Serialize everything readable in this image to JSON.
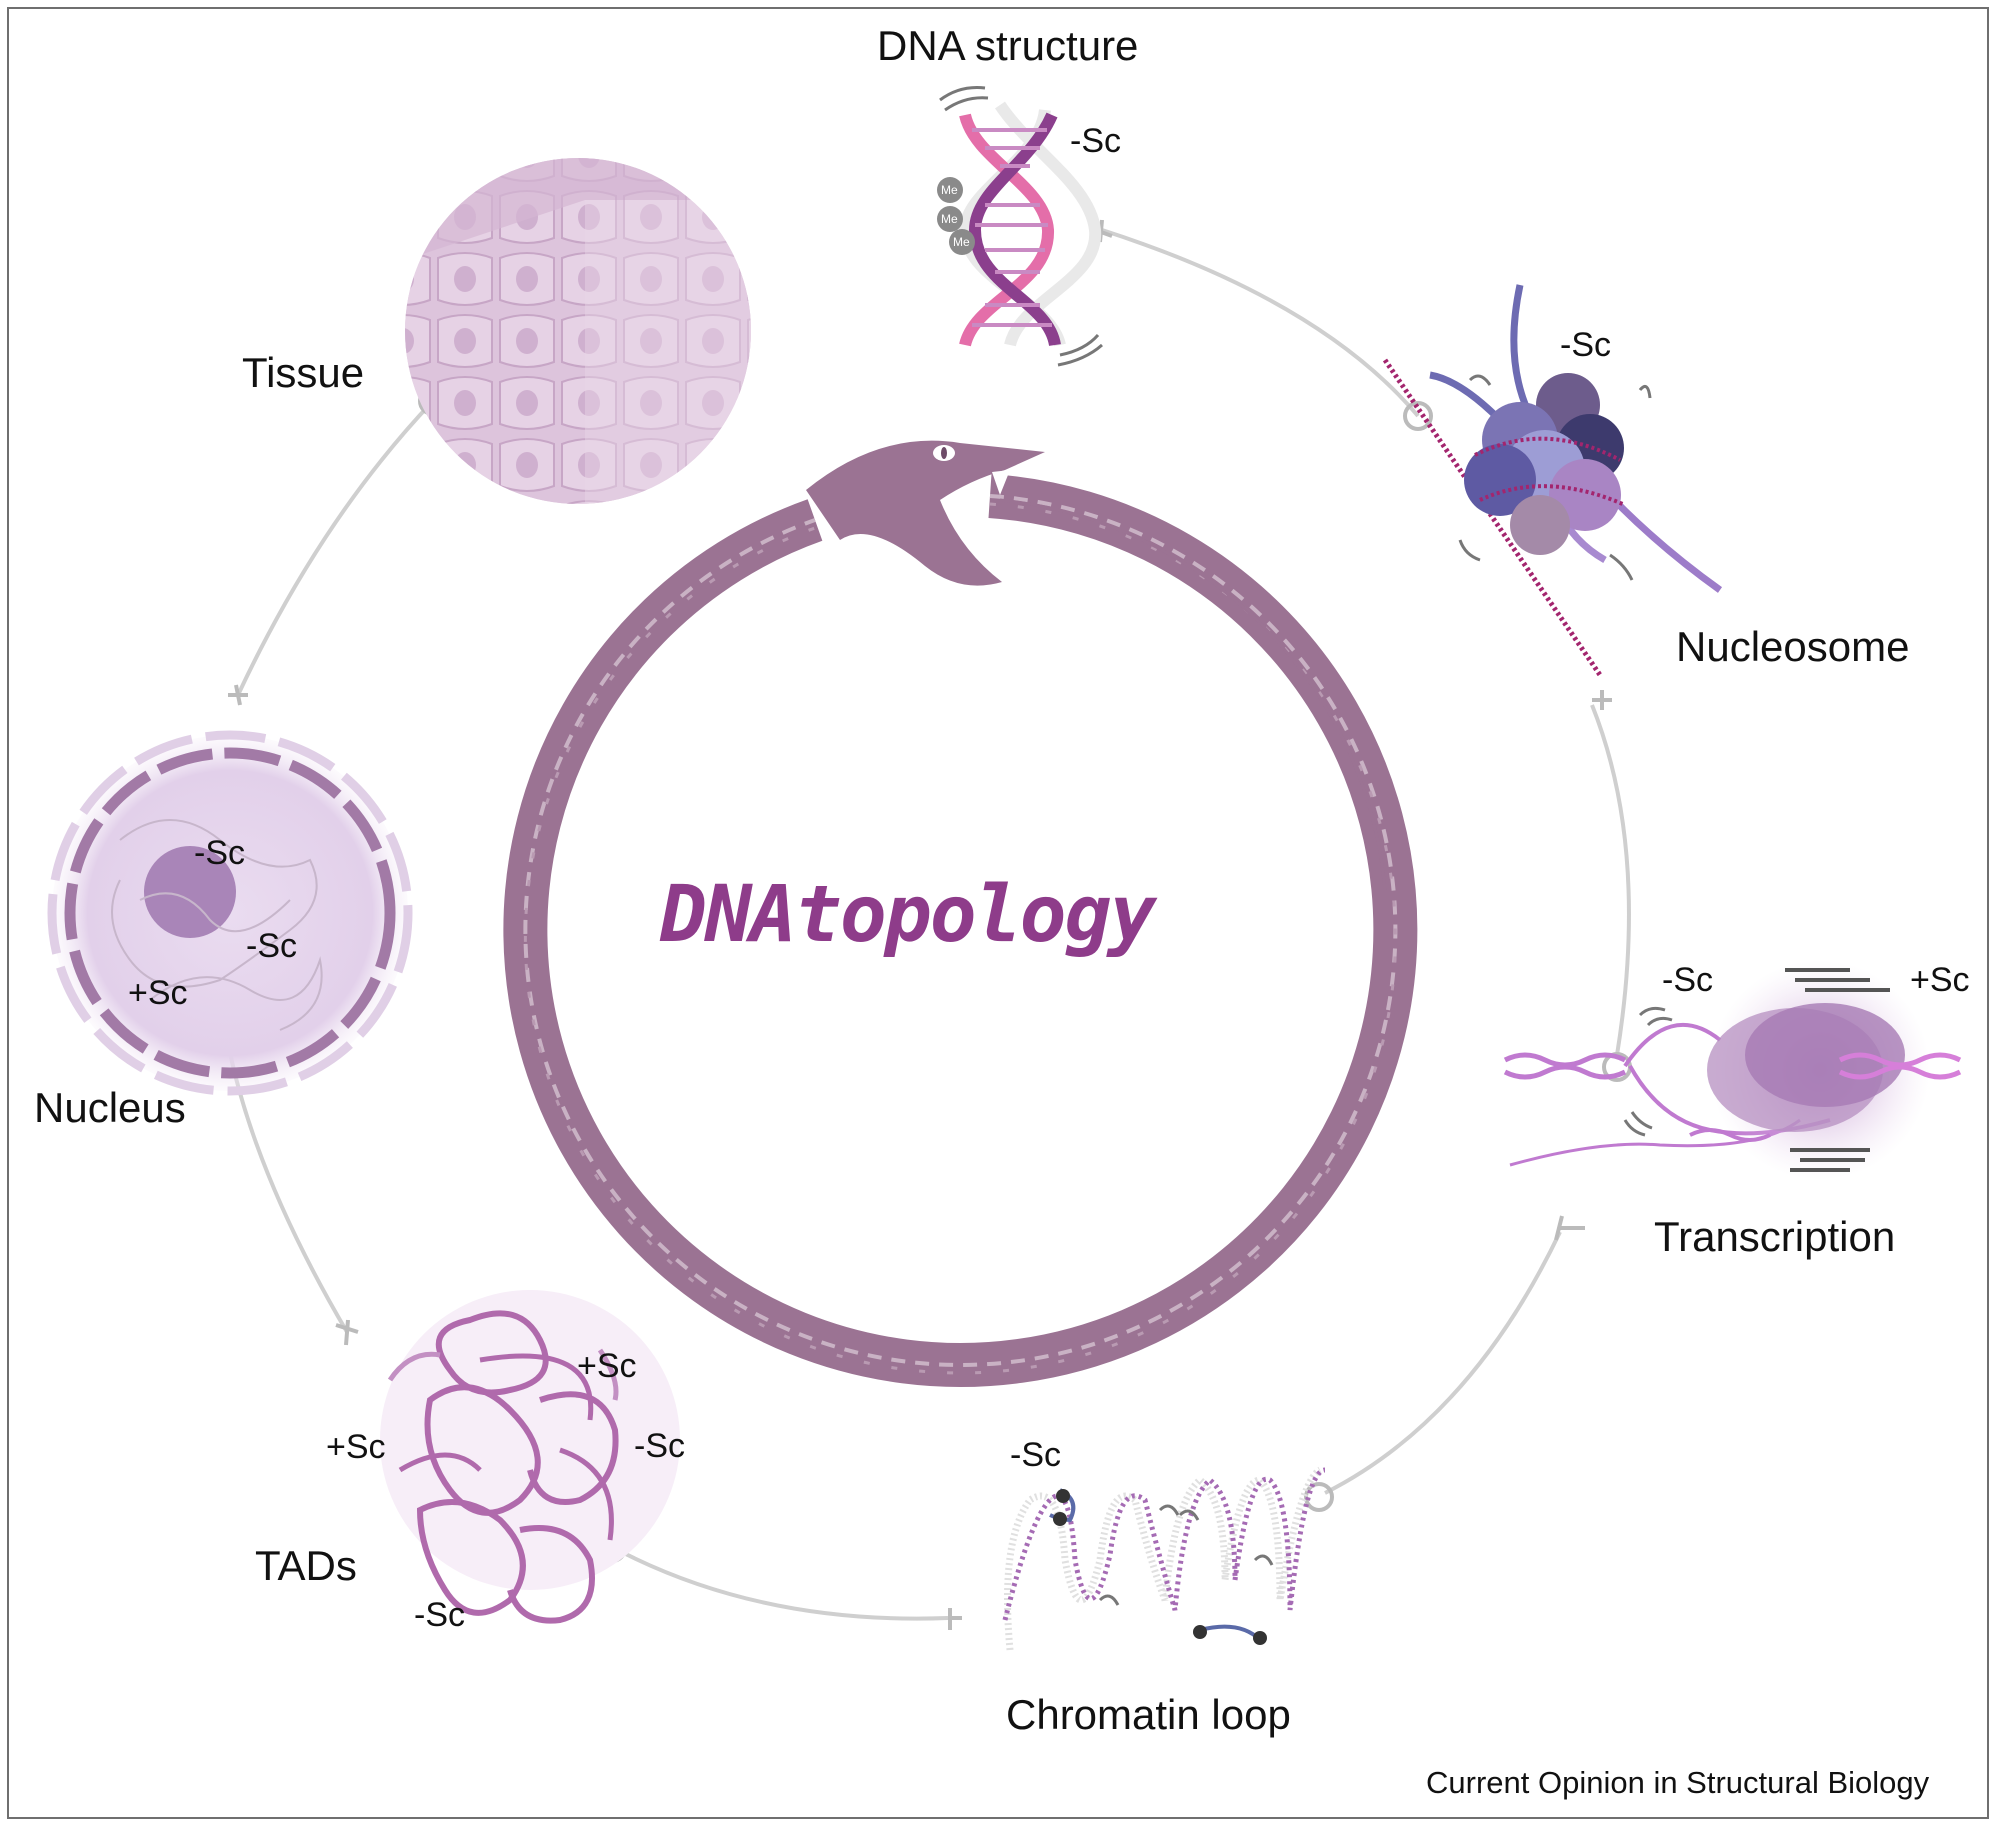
{
  "center_title": "DNAtopology",
  "stages": {
    "dna_structure": "DNA structure",
    "nucleosome": "Nucleosome",
    "transcription": "Transcription",
    "chromatin_loop": "Chromatin loop",
    "tads": "TADs",
    "nucleus": "Nucleus",
    "tissue": "Tissue"
  },
  "supercoil_labels": {
    "dna_structure": "-Sc",
    "nucleosome": "-Sc",
    "transcription_neg": "-Sc",
    "transcription_pos": "+Sc",
    "chromatin_loop": "-Sc",
    "tads_pos_top": "+Sc",
    "tads_neg_right": "-Sc",
    "tads_pos_left": "+Sc",
    "tads_neg_bottom": "-Sc",
    "nucleus_neg_top": "-Sc",
    "nucleus_neg_mid": "-Sc",
    "nucleus_pos": "+Sc"
  },
  "methyl_marks": [
    "Me",
    "Me",
    "Me"
  ],
  "credit": "Current Opinion in Structural Biology",
  "colors": {
    "snake": "#9b7393",
    "connector": "#cfcfcf",
    "accent_purple": "#8e3c8a",
    "tissue_fill": "#e3cfe2",
    "nucleus_fill": "#e9d9ef",
    "tad_line": "#b06aac"
  }
}
